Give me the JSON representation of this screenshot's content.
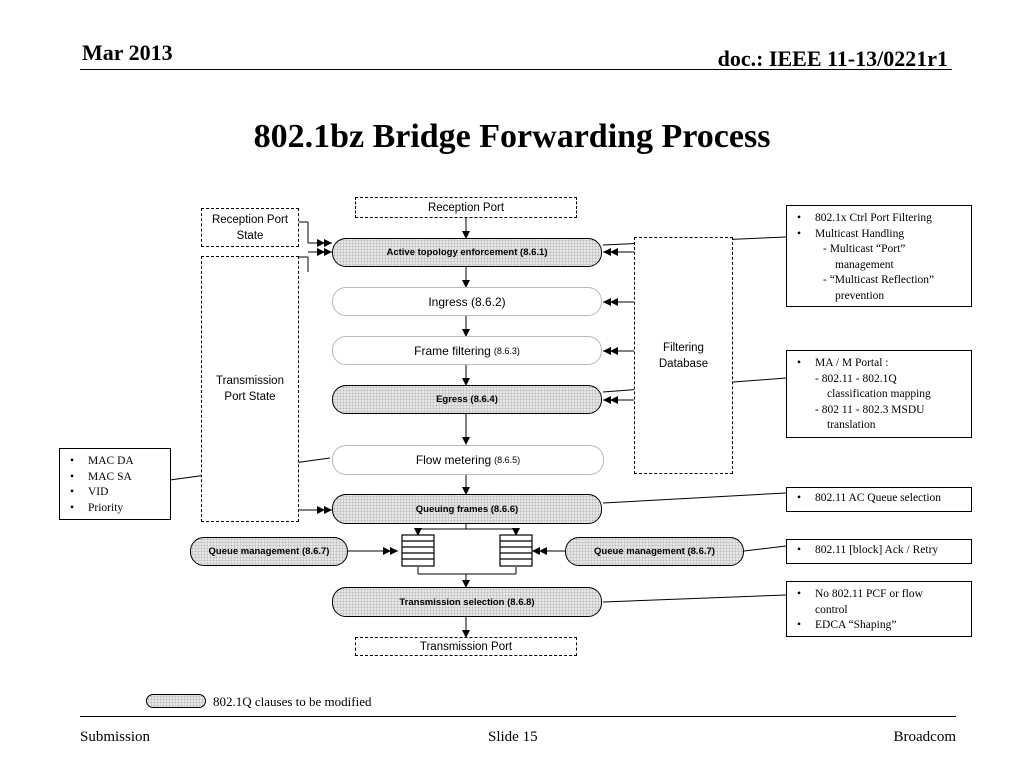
{
  "header": {
    "date": "Mar 2013",
    "doc": "doc.: IEEE 11-13/0221r1"
  },
  "title": "802.1bz Bridge Forwarding Process",
  "diagram": {
    "reception_port": "Reception Port",
    "reception_port_state": "Reception Port State",
    "transmission_port_state": "Transmission Port State",
    "filtering_database": "Filtering Database",
    "transmission_port": "Transmission Port",
    "steps": {
      "active_topology": "Active topology enforcement (8.6.1)",
      "ingress": "Ingress (8.6.2)",
      "frame_filtering": "Frame filtering",
      "frame_filtering_ref": "(8.6.3)",
      "egress": "Egress (8.6.4)",
      "flow_metering": "Flow metering",
      "flow_metering_ref": "(8.6.5)",
      "queuing_frames": "Queuing frames (8.6.6)",
      "queue_mgmt_left": "Queue management  (8.6.7)",
      "queue_mgmt_right": "Queue management  (8.6.7)",
      "transmission_selection": "Transmission selection (8.6.8)"
    },
    "notes": {
      "port_filtering": {
        "b1": "802.1x Ctrl Port Filtering",
        "b2": "Multicast Handling",
        "s1": "- Multicast “Port”",
        "s1b": "management",
        "s2": "-  “Multicast Reflection”",
        "s2b": "prevention"
      },
      "portal": {
        "b1": "MA / M Portal :",
        "s1": "- 802.11 - 802.1Q",
        "s1b": "classification mapping",
        "s2": "- 802 11 - 802.3 MSDU",
        "s2b": "translation"
      },
      "mac_fields": [
        "MAC DA",
        "MAC  SA",
        "VID",
        "Priority"
      ],
      "ac_queue": "802.11 AC Queue selection",
      "ack_retry": "802.11 [block] Ack / Retry",
      "pcf": {
        "b1": "No 802.11 PCF or flow",
        "b1b": "control",
        "b2": "EDCA “Shaping”"
      }
    },
    "legend": "802.1Q clauses to be modified"
  },
  "footer": {
    "left": "Submission",
    "center": "Slide 15",
    "right": "Broadcom"
  }
}
